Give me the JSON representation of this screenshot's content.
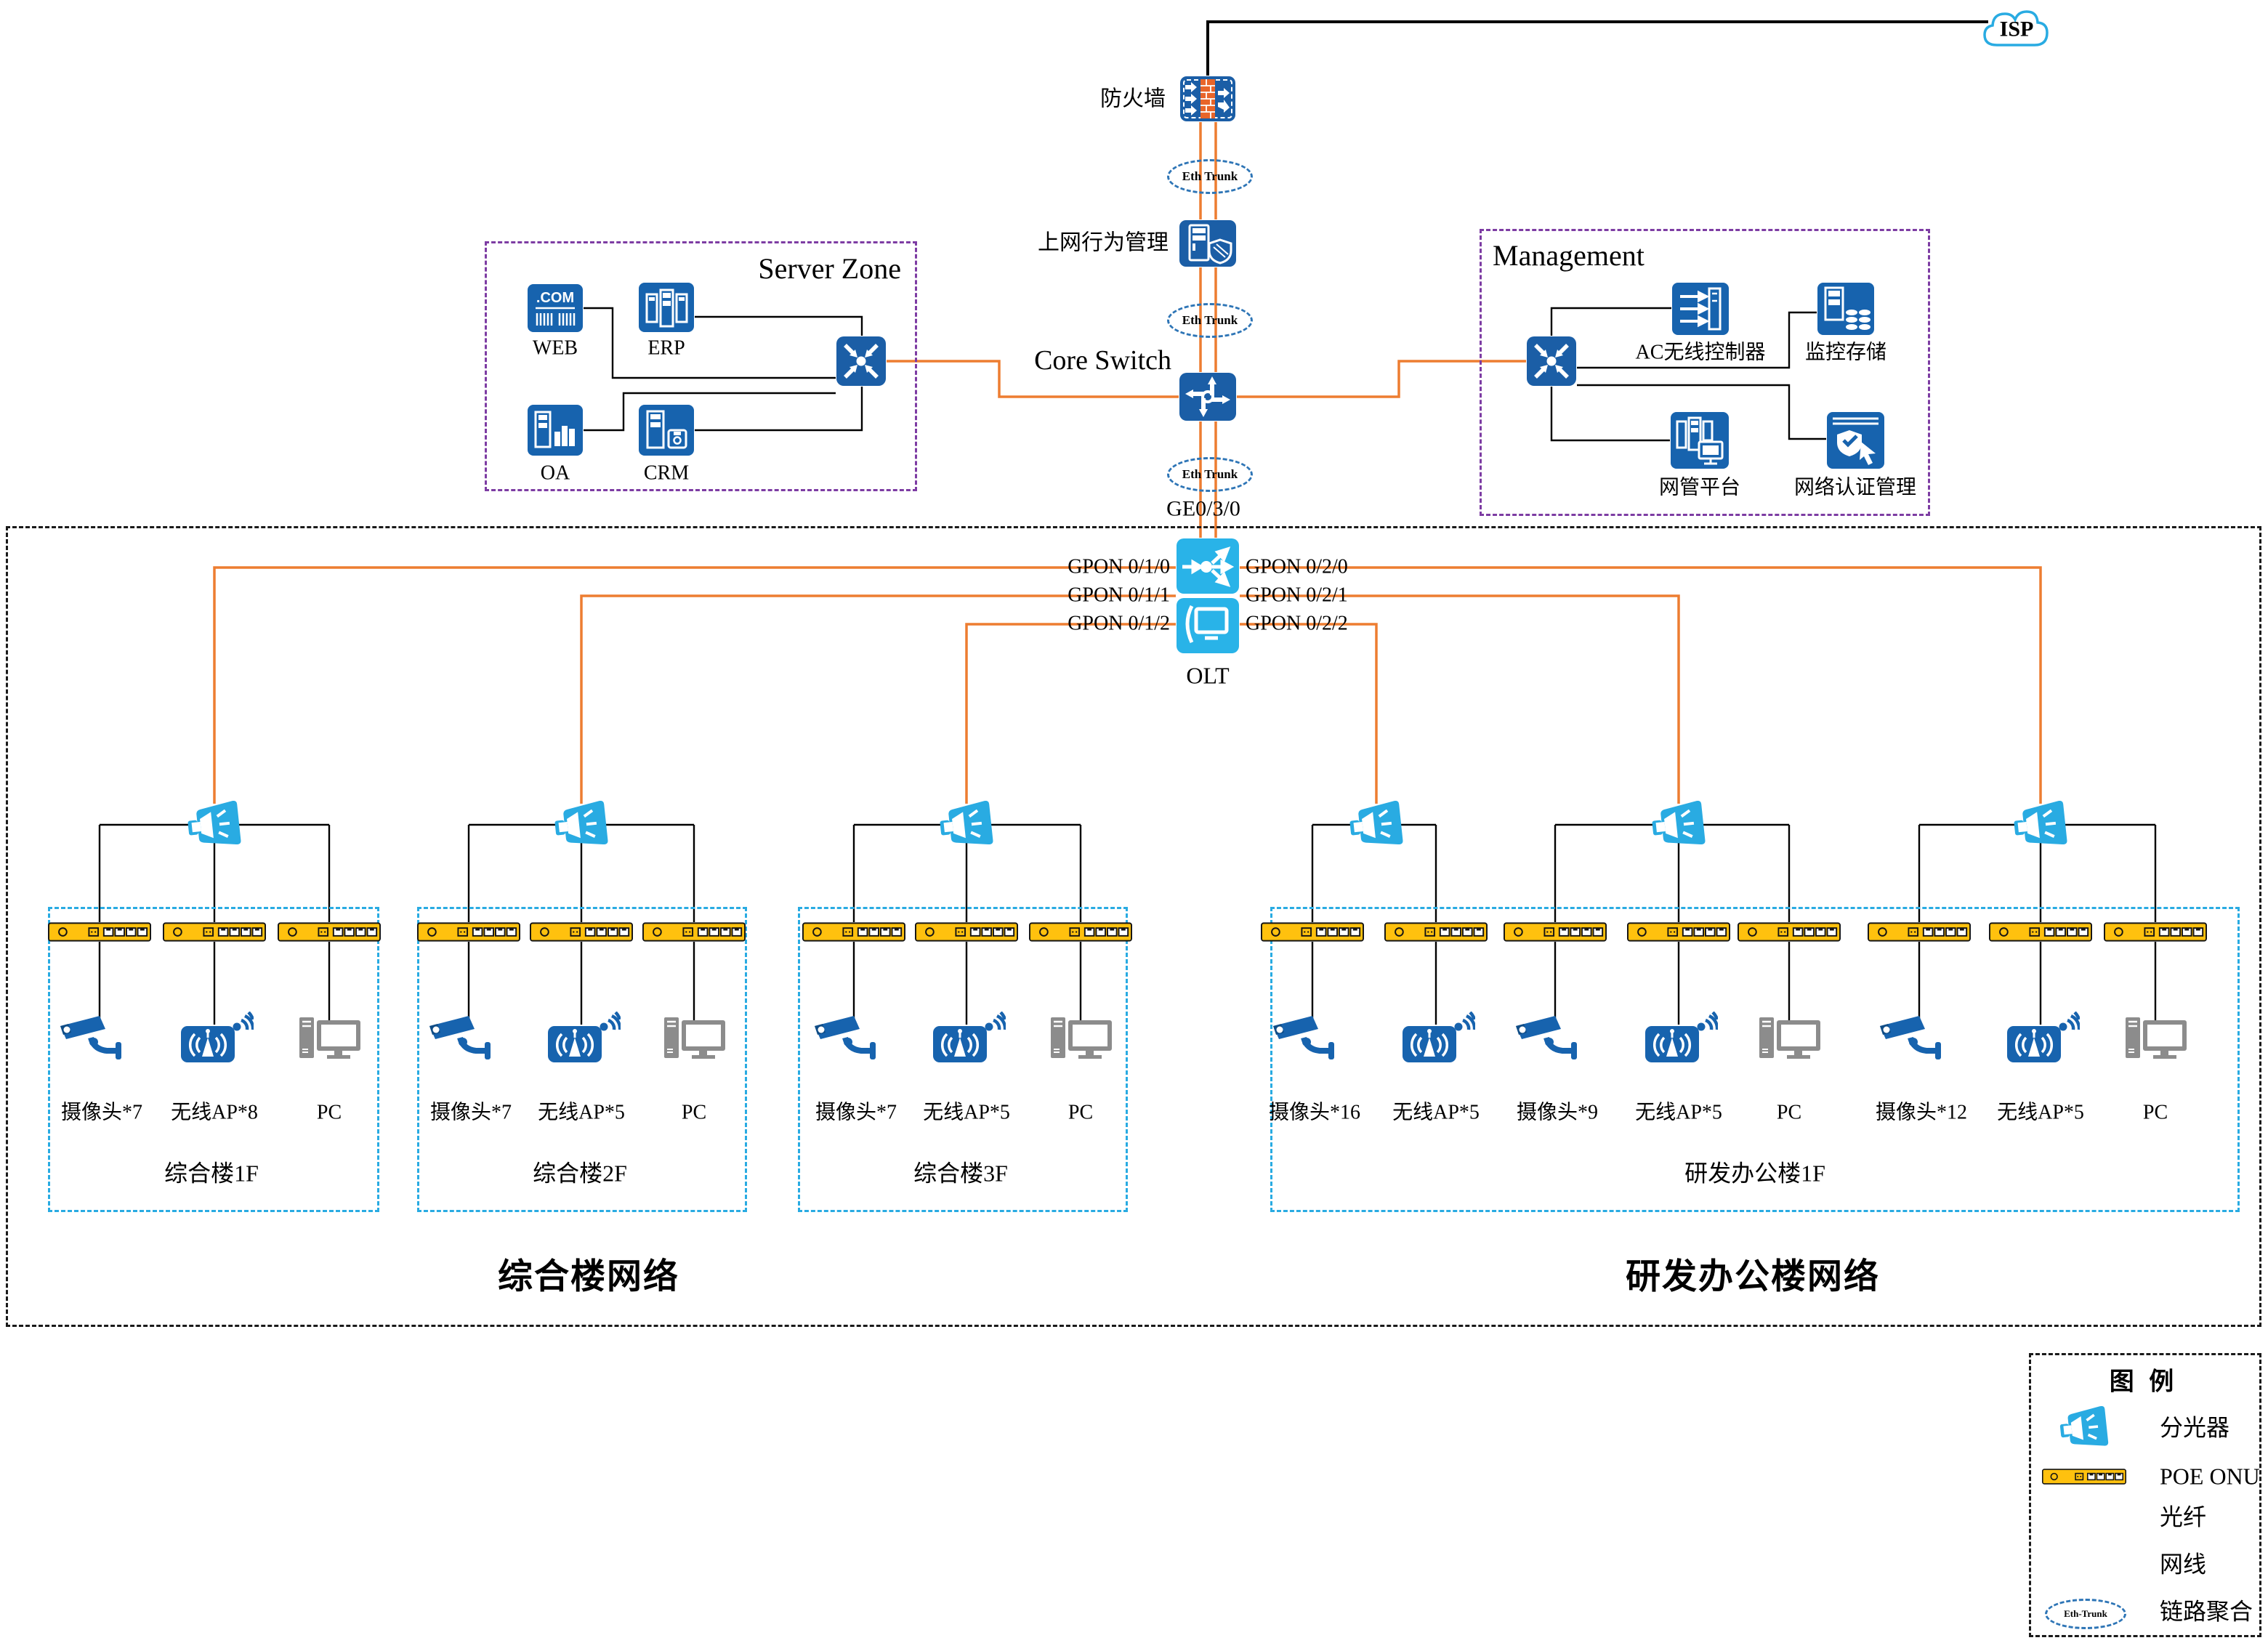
{
  "colors": {
    "fiber_orange": "#ED7D31",
    "ethernet_black": "#000000",
    "device_blue": "#1763AE",
    "splitter_cyan": "#29ABE2",
    "olt_cyan": "#29B3E8",
    "onu_yellow": "#FFC10E",
    "zone_border_purple": "#7D3CA3",
    "building_border_blue": "#29ABE2",
    "trunk_oval_blue": "#2E75B6",
    "pc_gray": "#8C8C8C",
    "firewall_brick_orange": "#E8652A"
  },
  "top": {
    "isp_label": "ISP",
    "firewall_label": "防火墙",
    "eth_trunk_label": "Eth Trunk",
    "behavior_label": "上网行为管理",
    "core_switch_label": "Core Switch",
    "uplink_port_label": "GE0/3/0"
  },
  "server_zone": {
    "title": "Server Zone",
    "web_badge": ".COM",
    "servers": [
      {
        "label": "WEB"
      },
      {
        "label": "ERP"
      },
      {
        "label": "OA"
      },
      {
        "label": "CRM"
      }
    ]
  },
  "management": {
    "title": "Management",
    "items": [
      {
        "label": "AC无线控制器"
      },
      {
        "label": "监控存储"
      },
      {
        "label": "网管平台"
      },
      {
        "label": "网络认证管理"
      }
    ]
  },
  "olt": {
    "label": "OLT",
    "ports_left": [
      {
        "label": "GPON 0/1/0"
      },
      {
        "label": "GPON 0/1/1"
      },
      {
        "label": "GPON 0/1/2"
      }
    ],
    "ports_right": [
      {
        "label": "GPON 0/2/0"
      },
      {
        "label": "GPON 0/2/1"
      },
      {
        "label": "GPON 0/2/2"
      }
    ]
  },
  "zones": {
    "left": "综合楼网络",
    "right": "研发办公楼网络"
  },
  "buildings": [
    {
      "name": "综合楼1F",
      "devices": [
        {
          "type": "camera",
          "label": "摄像头*7"
        },
        {
          "type": "ap",
          "label": "无线AP*8"
        },
        {
          "type": "pc",
          "label": "PC"
        }
      ]
    },
    {
      "name": "综合楼2F",
      "devices": [
        {
          "type": "camera",
          "label": "摄像头*7"
        },
        {
          "type": "ap",
          "label": "无线AP*5"
        },
        {
          "type": "pc",
          "label": "PC"
        }
      ]
    },
    {
      "name": "综合楼3F",
      "devices": [
        {
          "type": "camera",
          "label": "摄像头*7"
        },
        {
          "type": "ap",
          "label": "无线AP*5"
        },
        {
          "type": "pc",
          "label": "PC"
        }
      ]
    },
    {
      "name": "研发办公楼1F",
      "devices": [
        {
          "type": "camera",
          "label": "摄像头*16"
        },
        {
          "type": "ap",
          "label": "无线AP*5"
        },
        {
          "type": "camera",
          "label": "摄像头*9"
        },
        {
          "type": "ap",
          "label": "无线AP*5"
        },
        {
          "type": "pc",
          "label": "PC"
        },
        {
          "type": "camera",
          "label": "摄像头*12"
        },
        {
          "type": "ap",
          "label": "无线AP*5"
        },
        {
          "type": "pc",
          "label": "PC"
        }
      ]
    }
  ],
  "legend": {
    "title": "图  例",
    "eth_trunk_sample": "Eth-Trunk",
    "items": [
      {
        "label": "分光器"
      },
      {
        "label": "POE ONU"
      },
      {
        "label": "光纤"
      },
      {
        "label": "网线"
      },
      {
        "label": "链路聚合"
      }
    ]
  }
}
